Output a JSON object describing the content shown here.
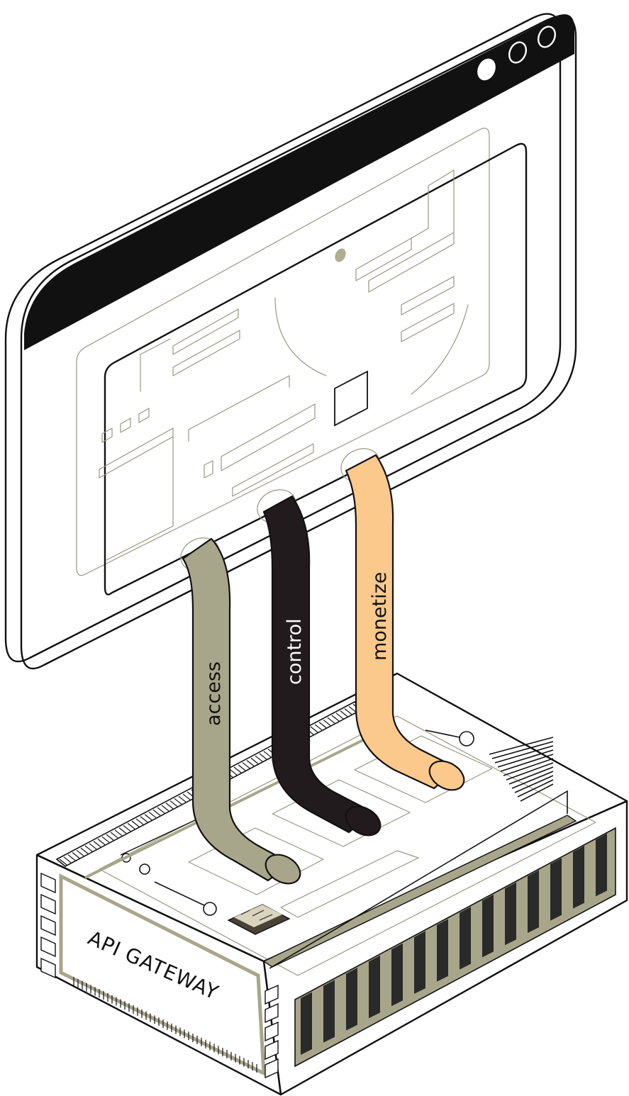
{
  "cables": [
    {
      "label": "access",
      "color": "#a8a68a",
      "text_color": "#111111"
    },
    {
      "label": "control",
      "color": "#221b1d",
      "text_color": "#ffffff"
    },
    {
      "label": "monetize",
      "color": "#fbc98c",
      "text_color": "#111111"
    }
  ],
  "gateway": {
    "label": "API GATEWAY"
  },
  "palette": {
    "outline": "#111111",
    "khaki": "#a8a68a",
    "dark": "#221b1d",
    "peach": "#fbc98c",
    "ui_lines": "#9a9680"
  },
  "icons": {
    "window_controls": "three-circle-buttons",
    "chip": "microchip-icon"
  }
}
